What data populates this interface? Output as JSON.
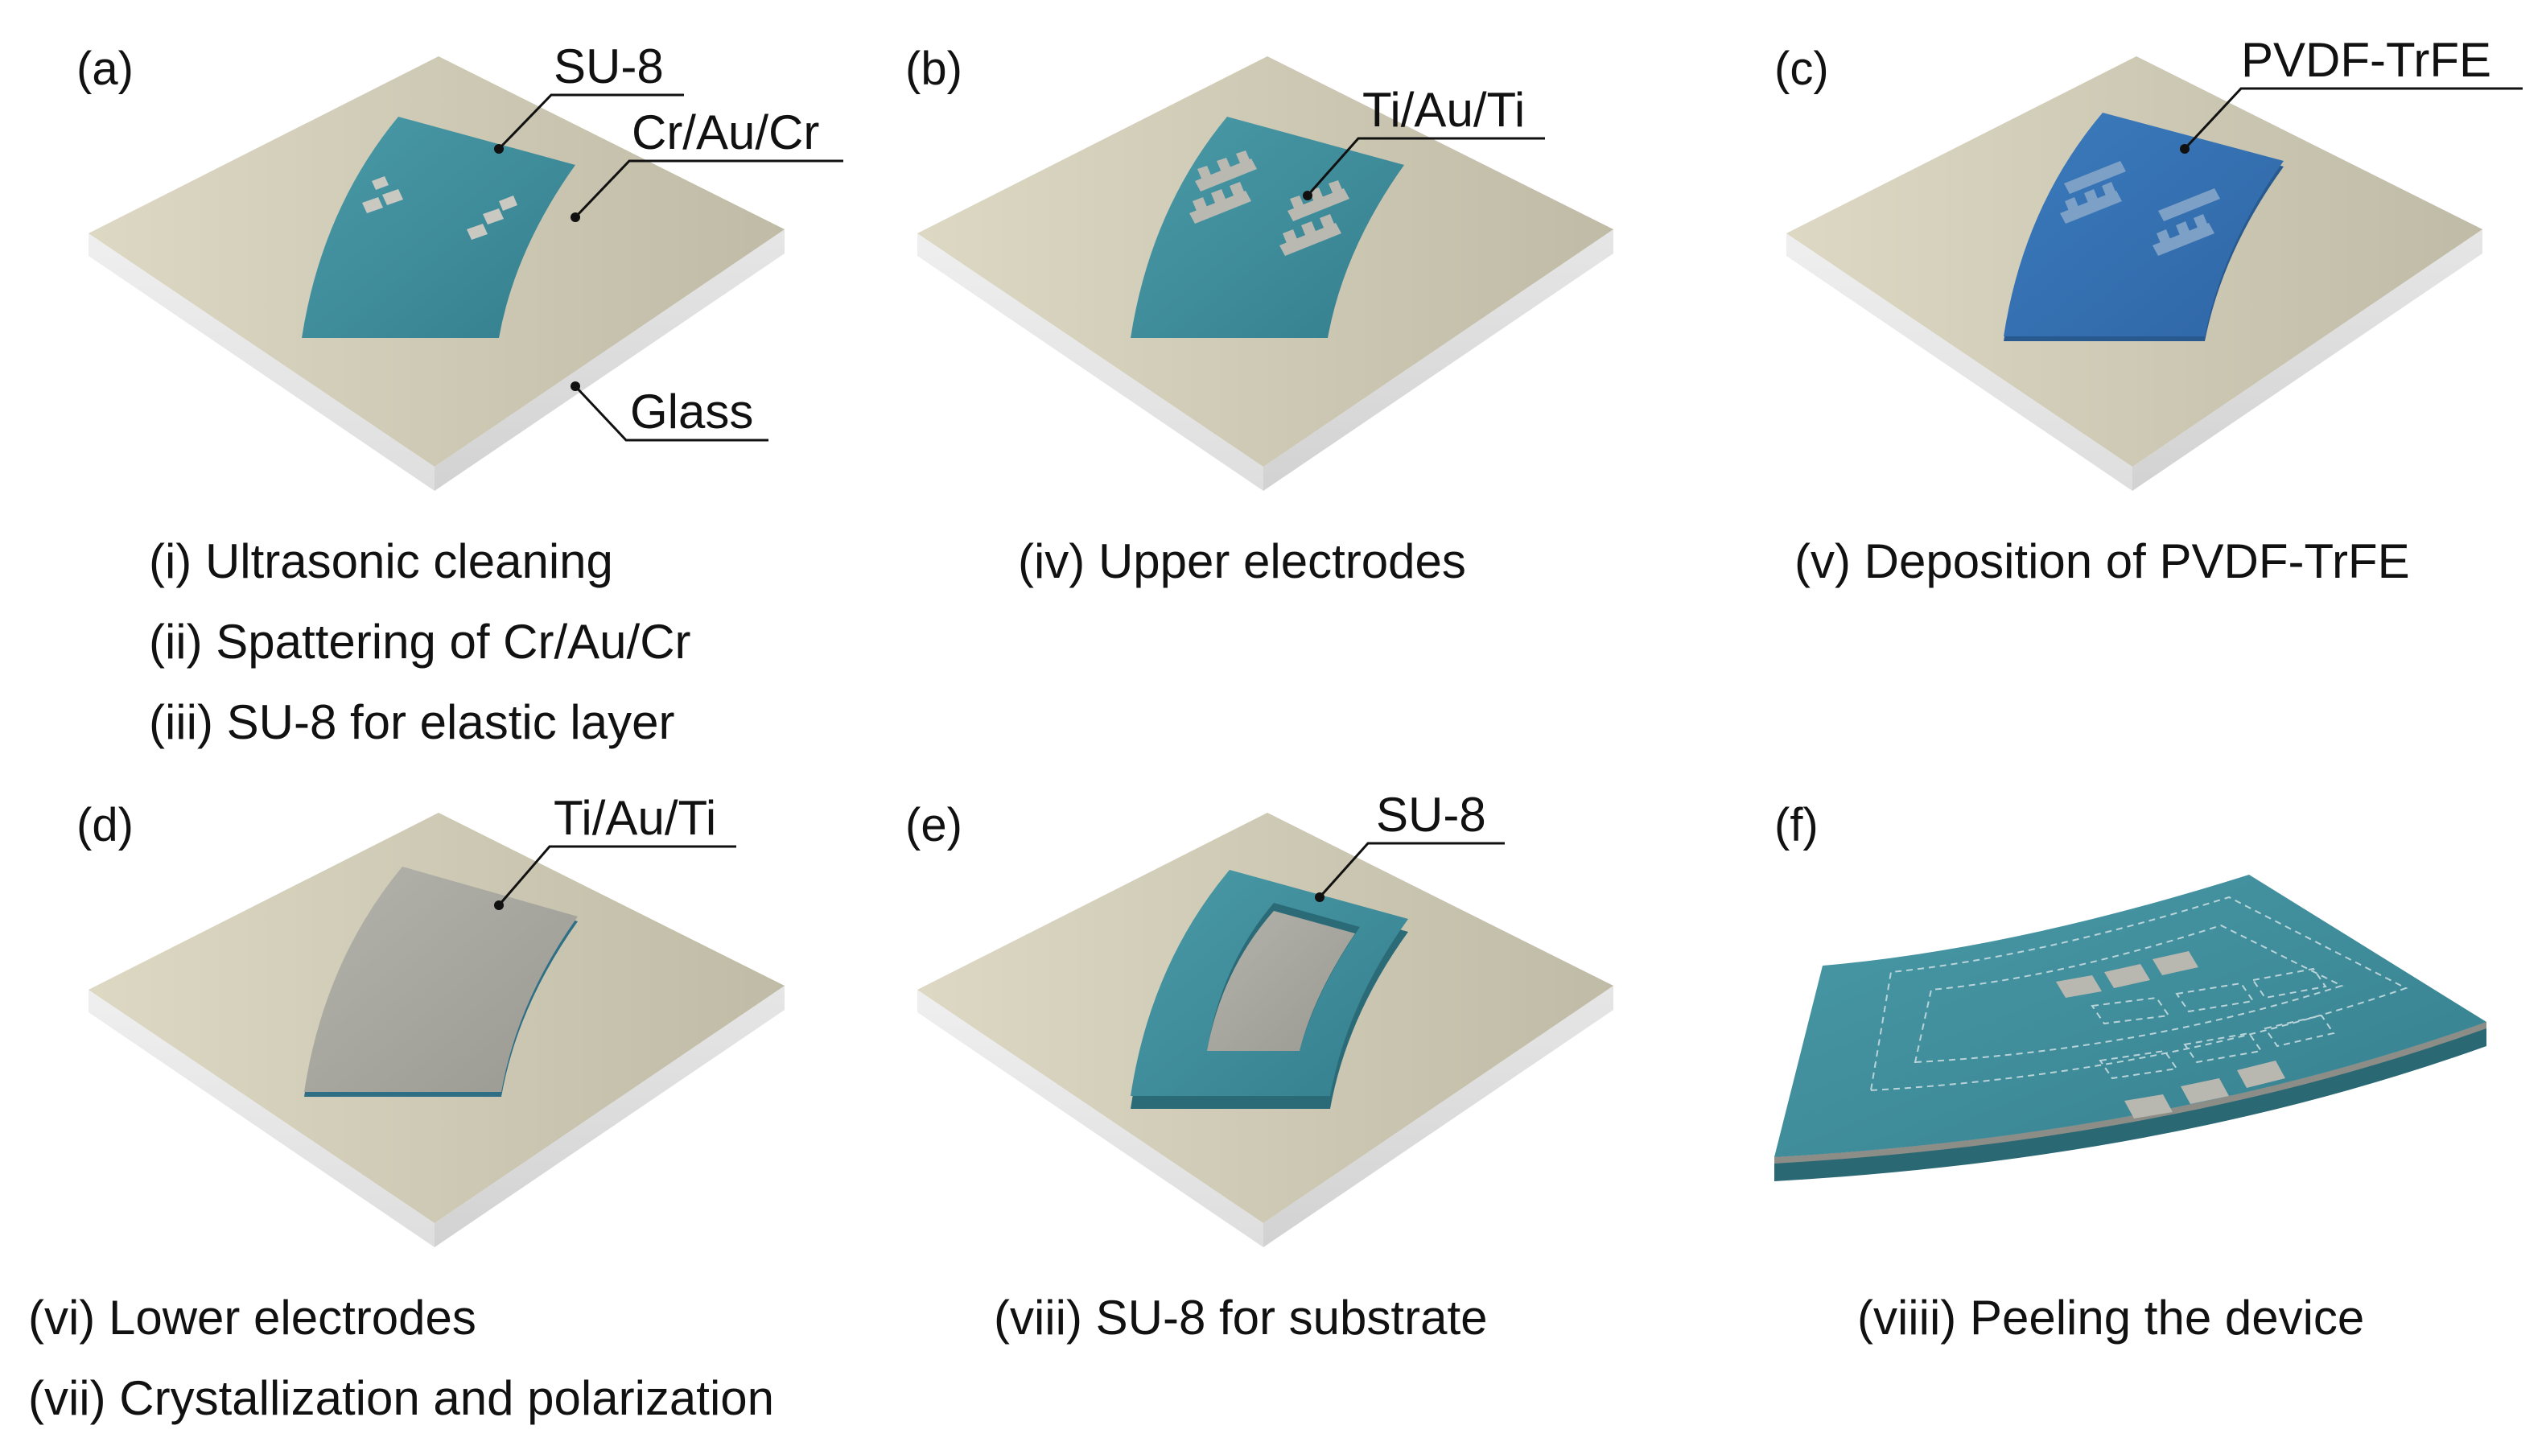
{
  "figure": {
    "panels": [
      {
        "letter": "(a)",
        "callouts": [
          "SU-8",
          "Cr/Au/Cr",
          "Glass"
        ],
        "captions": [
          "(i) Ultrasonic cleaning",
          "(ii) Spattering of Cr/Au/Cr",
          "(iii) SU-8 for elastic layer"
        ]
      },
      {
        "letter": "(b)",
        "callouts": [
          "Ti/Au/Ti"
        ],
        "captions": [
          "(iv) Upper electrodes"
        ]
      },
      {
        "letter": "(c)",
        "callouts": [
          "PVDF-TrFE"
        ],
        "captions": [
          "(v) Deposition of PVDF-TrFE"
        ]
      },
      {
        "letter": "(d)",
        "callouts": [
          "Ti/Au/Ti"
        ],
        "captions": [
          "(vi) Lower electrodes",
          "(vii) Crystallization and polarization"
        ]
      },
      {
        "letter": "(e)",
        "callouts": [
          "SU-8"
        ],
        "captions": [
          "(viii) SU-8 for substrate"
        ]
      },
      {
        "letter": "(f)",
        "callouts": [],
        "captions": [
          "(viiii) Peeling the device"
        ]
      }
    ],
    "colors": {
      "glass_top": "#cdc9b4",
      "glass_side": "#e3e3e3",
      "su8": "#3e8e9c",
      "pvdf": "#3772b2",
      "electrode": "#a9a9a2",
      "pad": "#c8c8c0"
    }
  }
}
